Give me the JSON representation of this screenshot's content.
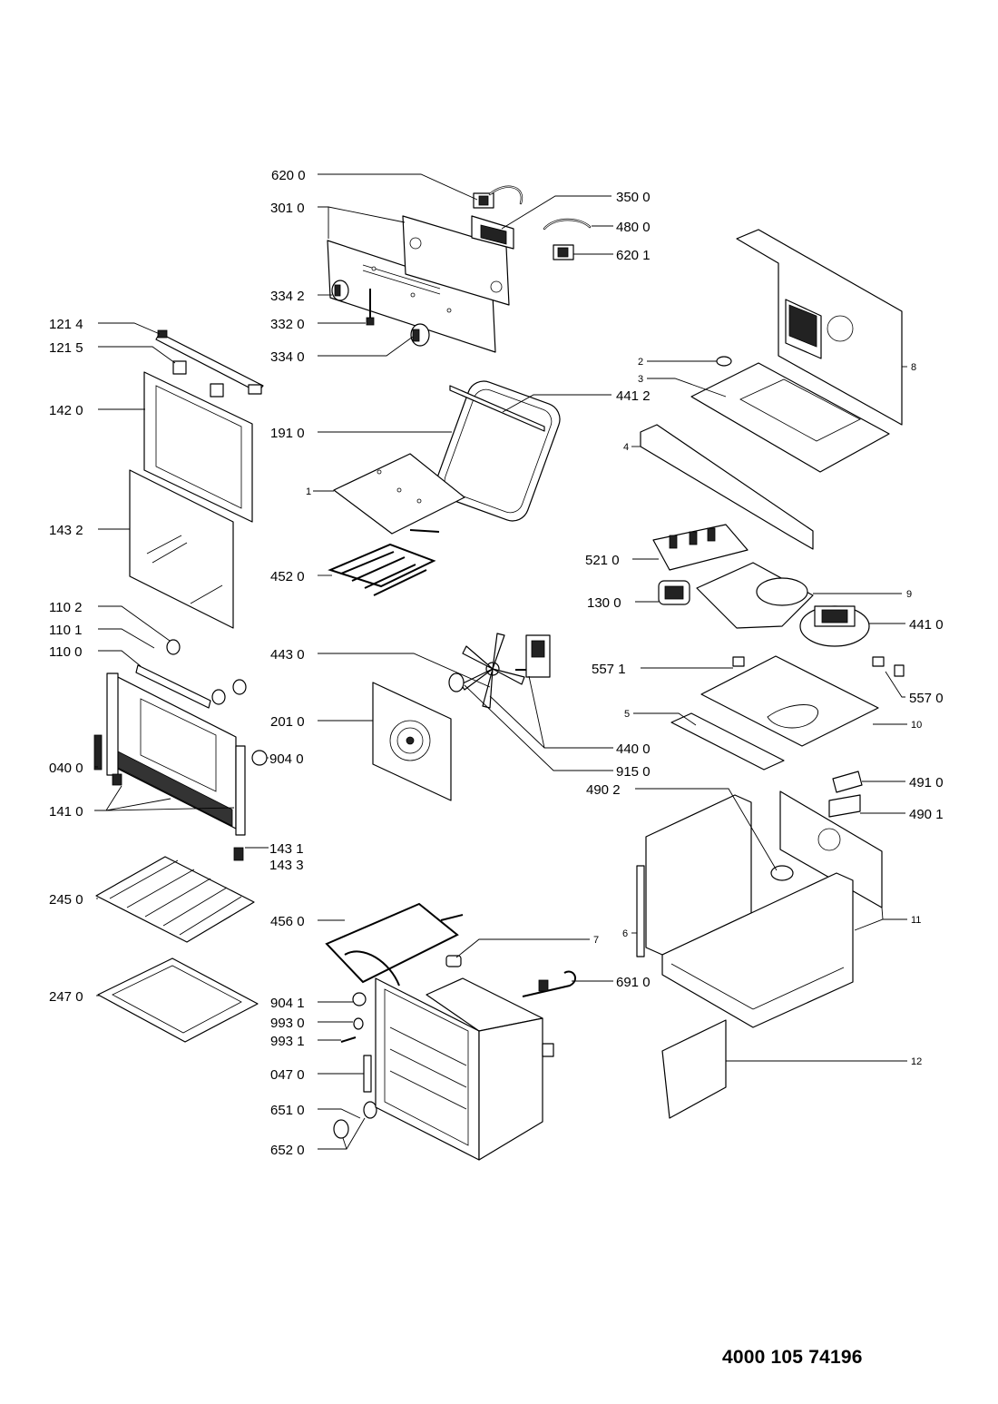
{
  "document_number": "4000 105 74196",
  "callouts": [
    {
      "id": "c-620-0",
      "text": "620 0"
    },
    {
      "id": "c-350-0",
      "text": "350 0"
    },
    {
      "id": "c-301-0",
      "text": "301 0"
    },
    {
      "id": "c-480-0",
      "text": "480 0"
    },
    {
      "id": "c-620-1",
      "text": "620 1"
    },
    {
      "id": "c-334-2",
      "text": "334 2"
    },
    {
      "id": "c-332-0",
      "text": "332 0"
    },
    {
      "id": "c-334-0",
      "text": "334 0"
    },
    {
      "id": "c-121-4",
      "text": "121 4"
    },
    {
      "id": "c-121-5",
      "text": "121 5"
    },
    {
      "id": "c-142-0",
      "text": "142 0"
    },
    {
      "id": "c-143-2",
      "text": "143 2"
    },
    {
      "id": "c-110-2",
      "text": "110 2"
    },
    {
      "id": "c-110-1",
      "text": "110 1"
    },
    {
      "id": "c-110-0",
      "text": "110 0"
    },
    {
      "id": "c-040-0",
      "text": "040 0"
    },
    {
      "id": "c-141-0",
      "text": "141 0"
    },
    {
      "id": "c-143-1",
      "text": "143 1"
    },
    {
      "id": "c-143-3",
      "text": "143 3"
    },
    {
      "id": "c-245-0",
      "text": "245 0"
    },
    {
      "id": "c-247-0",
      "text": "247 0"
    },
    {
      "id": "c-441-2",
      "text": "441 2"
    },
    {
      "id": "c-191-0",
      "text": "191 0"
    },
    {
      "id": "c-1",
      "text": "1"
    },
    {
      "id": "c-452-0",
      "text": "452 0"
    },
    {
      "id": "c-443-0",
      "text": "443 0"
    },
    {
      "id": "c-201-0",
      "text": "201 0"
    },
    {
      "id": "c-904-0",
      "text": "904 0"
    },
    {
      "id": "c-440-0",
      "text": "440 0"
    },
    {
      "id": "c-915-0",
      "text": "915 0"
    },
    {
      "id": "c-456-0",
      "text": "456 0"
    },
    {
      "id": "c-904-1",
      "text": "904 1"
    },
    {
      "id": "c-993-0",
      "text": "993 0"
    },
    {
      "id": "c-993-1",
      "text": "993 1"
    },
    {
      "id": "c-047-0",
      "text": "047 0"
    },
    {
      "id": "c-651-0",
      "text": "651 0"
    },
    {
      "id": "c-652-0",
      "text": "652 0"
    },
    {
      "id": "c-7",
      "text": "7"
    },
    {
      "id": "c-691-0",
      "text": "691 0"
    },
    {
      "id": "c-2",
      "text": "2"
    },
    {
      "id": "c-3",
      "text": "3"
    },
    {
      "id": "c-8",
      "text": "8"
    },
    {
      "id": "c-4",
      "text": "4"
    },
    {
      "id": "c-521-0",
      "text": "521 0"
    },
    {
      "id": "c-9",
      "text": "9"
    },
    {
      "id": "c-130-0",
      "text": "130 0"
    },
    {
      "id": "c-441-0",
      "text": "441 0"
    },
    {
      "id": "c-557-1",
      "text": "557 1"
    },
    {
      "id": "c-557-0",
      "text": "557 0"
    },
    {
      "id": "c-5",
      "text": "5"
    },
    {
      "id": "c-10",
      "text": "10"
    },
    {
      "id": "c-491-0",
      "text": "491 0"
    },
    {
      "id": "c-490-2",
      "text": "490 2"
    },
    {
      "id": "c-490-1",
      "text": "490 1"
    },
    {
      "id": "c-6",
      "text": "6"
    },
    {
      "id": "c-11",
      "text": "11"
    },
    {
      "id": "c-12",
      "text": "12"
    }
  ]
}
